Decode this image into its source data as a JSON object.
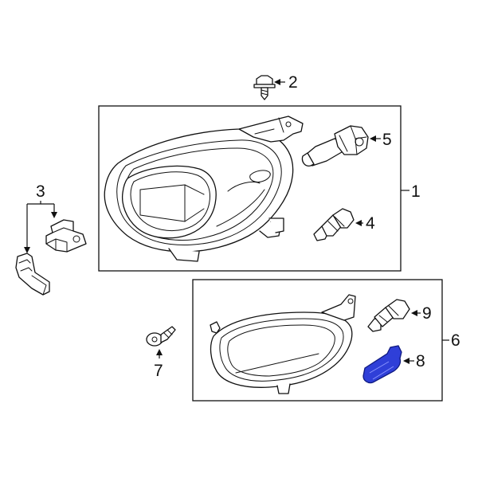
{
  "diagram": {
    "callouts": [
      {
        "id": "1",
        "label": "1"
      },
      {
        "id": "2",
        "label": "2"
      },
      {
        "id": "3",
        "label": "3"
      },
      {
        "id": "4",
        "label": "4"
      },
      {
        "id": "5",
        "label": "5"
      },
      {
        "id": "6",
        "label": "6"
      },
      {
        "id": "7",
        "label": "7"
      },
      {
        "id": "8",
        "label": "8"
      },
      {
        "id": "9",
        "label": "9"
      }
    ],
    "colors": {
      "line": "#111111",
      "background": "#ffffff",
      "highlight_fill": "#2f3fd8",
      "highlight_stroke": "#0f1a80"
    },
    "highlighted_part": "8"
  }
}
